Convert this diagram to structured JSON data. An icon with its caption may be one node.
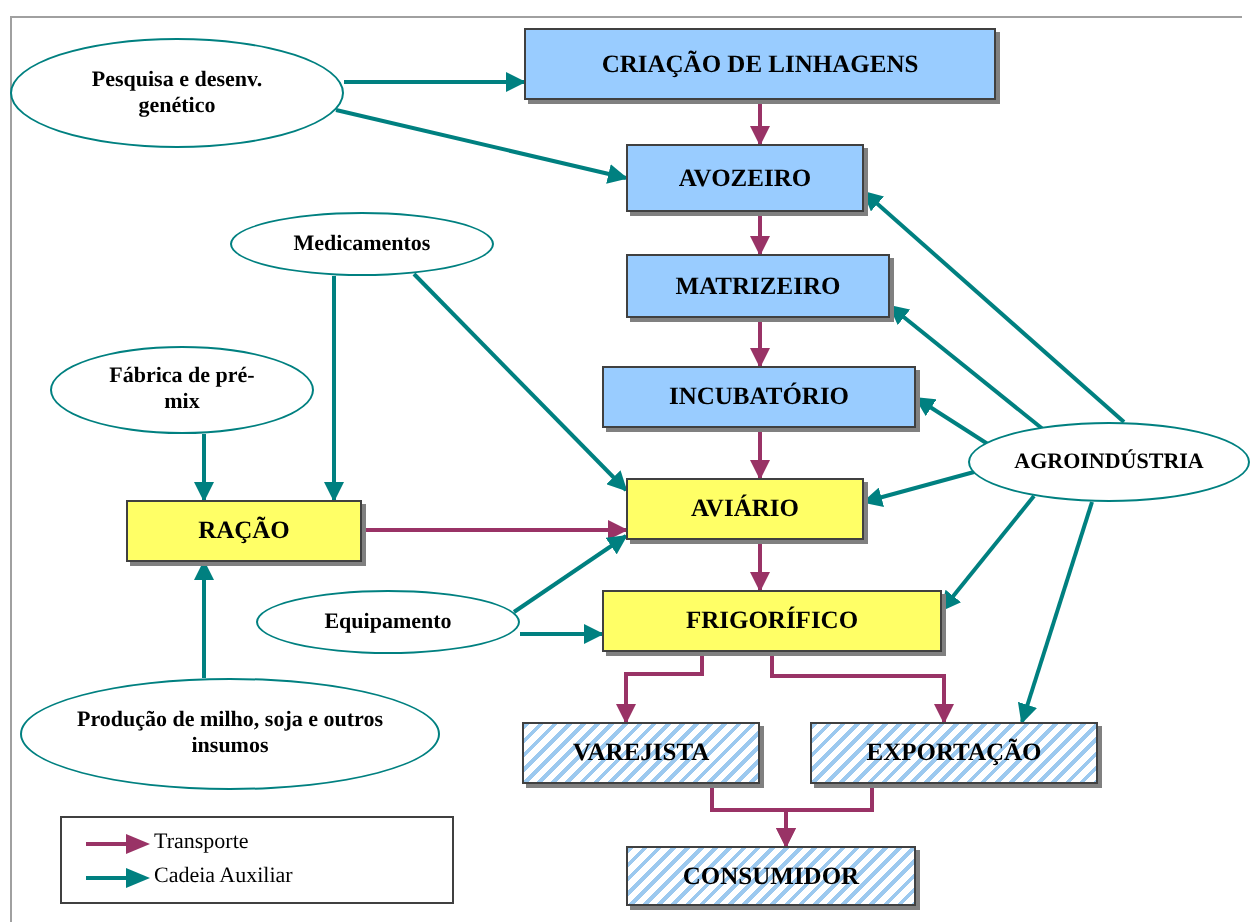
{
  "diagram": {
    "nodes": [
      {
        "text": [
          "CRIAÇÃO DE LINHAGENS"
        ]
      },
      {
        "text": [
          "AVOZEIRO"
        ]
      },
      {
        "text": [
          "MATRIZEIRO"
        ]
      },
      {
        "text": [
          "INCUBATÓRIO"
        ]
      },
      {
        "text": [
          "AVIÁRIO"
        ]
      },
      {
        "text": [
          "FRIGORÍFICO"
        ]
      },
      {
        "text": [
          "VAREJISTA"
        ]
      },
      {
        "text": [
          "EXPORTAÇÃO"
        ]
      },
      {
        "text": [
          "CONSUMIDOR"
        ]
      },
      {
        "text": [
          "RAÇÃO"
        ]
      },
      {
        "text": [
          "Pesquisa e desenv. genético"
        ]
      },
      {
        "text": [
          "Medicamentos"
        ]
      },
      {
        "text": [
          "Fábrica de pré-mix"
        ]
      },
      {
        "text": [
          "Equipamento"
        ]
      },
      {
        "text": [
          "Produção de milho, soja e outros insumos"
        ]
      },
      {
        "text": [
          "AGROINDÚSTRIA"
        ]
      }
    ],
    "edges": [
      {
        "from": 0,
        "to": 1,
        "arrow": "to",
        "color": "#993366"
      },
      {
        "from": 1,
        "to": 2,
        "arrow": "to",
        "color": "#993366"
      },
      {
        "from": 2,
        "to": 3,
        "arrow": "to",
        "color": "#993366"
      },
      {
        "from": 3,
        "to": 4,
        "arrow": "to",
        "color": "#993366"
      },
      {
        "from": 4,
        "to": 5,
        "arrow": "to",
        "color": "#993366"
      },
      {
        "from": 5,
        "to": 6,
        "arrow": "to",
        "color": "#993366"
      },
      {
        "from": 5,
        "to": 7,
        "arrow": "to",
        "color": "#993366"
      },
      {
        "from": 6,
        "to": 8,
        "arrow": "to",
        "color": "#993366"
      },
      {
        "from": 7,
        "to": 8,
        "arrow": "to",
        "color": "#993366"
      },
      {
        "from": 9,
        "to": 4,
        "arrow": "to",
        "color": "#993366"
      },
      {
        "from": 10,
        "to": 0,
        "arrow": "to"
      },
      {
        "from": 10,
        "to": 1,
        "arrow": "to"
      },
      {
        "from": 11,
        "to": 9,
        "arrow": "to"
      },
      {
        "from": 11,
        "to": 4,
        "arrow": "to"
      },
      {
        "from": 12,
        "to": 9,
        "arrow": "to"
      },
      {
        "from": 14,
        "to": 9,
        "arrow": "to"
      },
      {
        "from": 13,
        "to": 4,
        "arrow": "to"
      },
      {
        "from": 13,
        "to": 5,
        "arrow": "to"
      },
      {
        "from": 15,
        "to": 1,
        "arrow": "to"
      },
      {
        "from": 15,
        "to": 2,
        "arrow": "to"
      },
      {
        "from": 15,
        "to": 3,
        "arrow": "to"
      },
      {
        "from": 15,
        "to": 4,
        "arrow": "to"
      },
      {
        "from": 15,
        "to": 5,
        "arrow": "to"
      },
      {
        "from": 15,
        "to": 7,
        "arrow": "to"
      }
    ],
    "legend": [
      {
        "text": "Transporte",
        "color": "#993366"
      },
      {
        "text": "Cadeia Auxiliar",
        "color": "#008080"
      }
    ]
  }
}
